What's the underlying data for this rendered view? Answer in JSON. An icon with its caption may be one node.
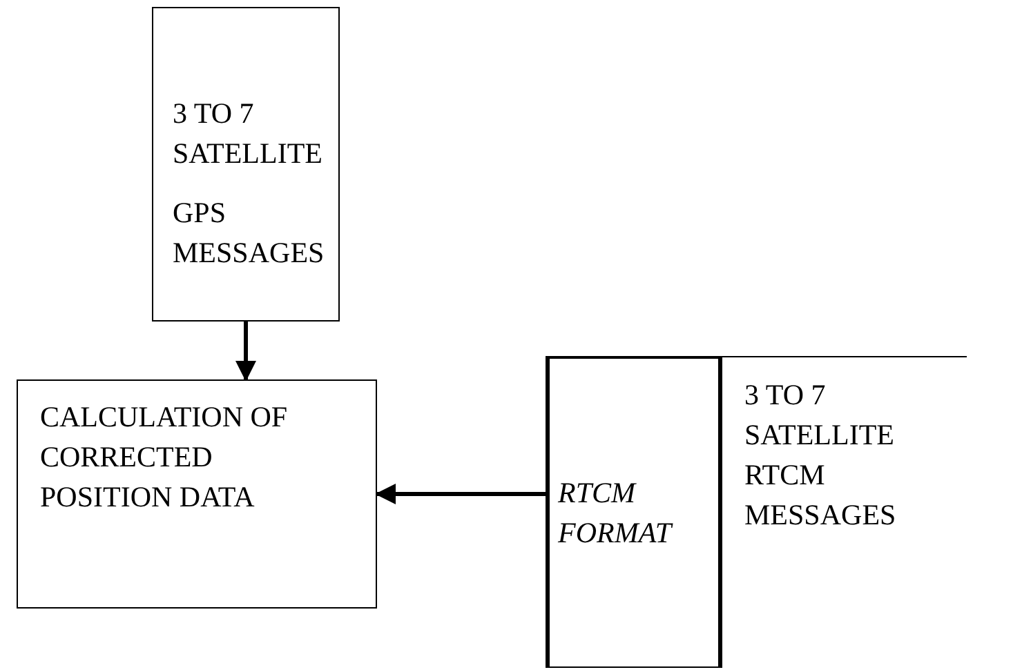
{
  "diagram": {
    "nodes": [
      {
        "text": [
          "3 TO 7 SATELLITE",
          "GPS MESSAGES"
        ]
      },
      {
        "text": [
          "CALCULATION OF CORRECTED POSITION DATA"
        ]
      },
      {
        "text": [
          "RTCM FORMAT"
        ],
        "beside": [
          "3 TO 7 SATELLITE RTCM MESSAGES"
        ]
      }
    ],
    "edges": [
      {
        "from": 0,
        "to": 1,
        "arrow": "to"
      },
      {
        "from": 2,
        "to": 1,
        "arrow": "to"
      }
    ]
  }
}
